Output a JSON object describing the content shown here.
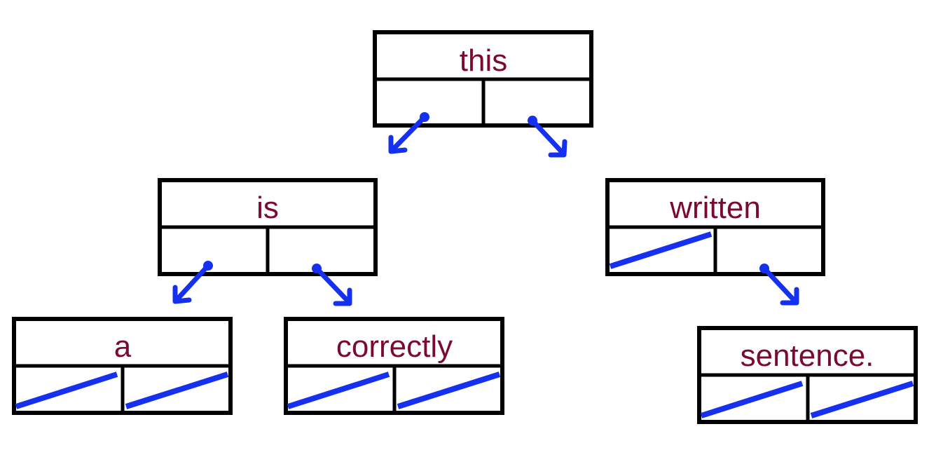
{
  "colors": {
    "label": "#7a0a2e",
    "pointer": "#1530ee",
    "box_border": "#000000",
    "background": "#ffffff"
  },
  "nodes": {
    "root": {
      "label": "this",
      "left": "pointer",
      "right": "pointer"
    },
    "is": {
      "label": "is",
      "left": "pointer",
      "right": "pointer"
    },
    "written": {
      "label": "written",
      "left": "null",
      "right": "pointer"
    },
    "a": {
      "label": "a",
      "left": "null",
      "right": "null"
    },
    "correctly": {
      "label": "correctly",
      "left": "null",
      "right": "null"
    },
    "sentence": {
      "label": "sentence.",
      "left": "null",
      "right": "null"
    }
  },
  "edges": [
    {
      "from": "this",
      "side": "left",
      "to": "is"
    },
    {
      "from": "this",
      "side": "right",
      "to": "written"
    },
    {
      "from": "is",
      "side": "left",
      "to": "a"
    },
    {
      "from": "is",
      "side": "right",
      "to": "correctly"
    },
    {
      "from": "written",
      "side": "right",
      "to": "sentence."
    }
  ]
}
